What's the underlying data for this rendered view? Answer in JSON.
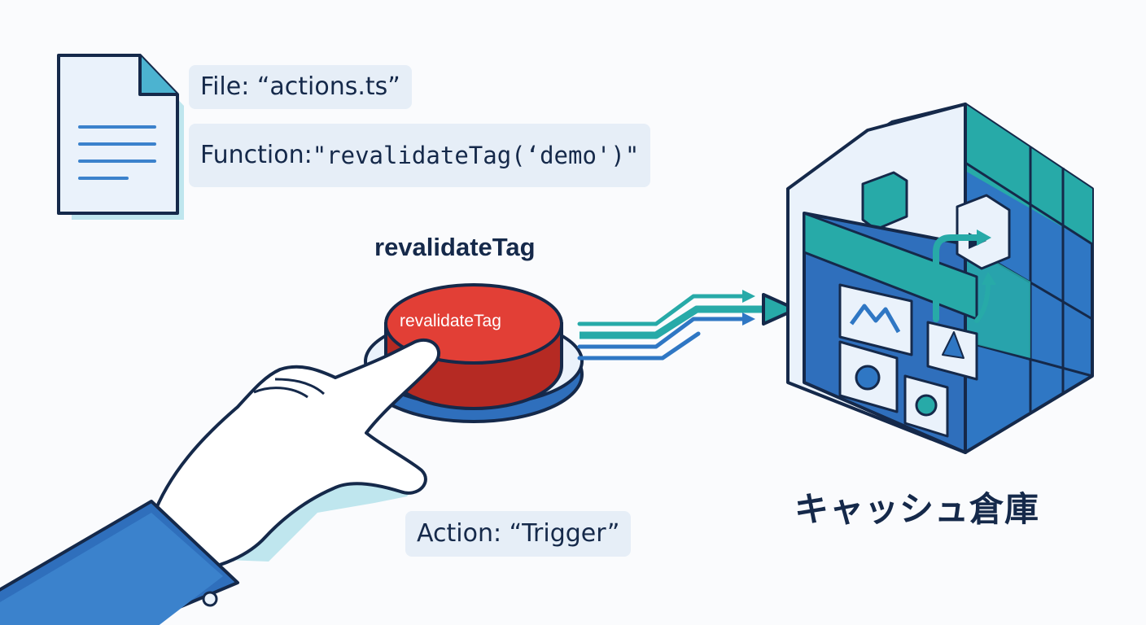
{
  "labels": {
    "file": "File: “actions.ts”",
    "function_prefix": "Function: ",
    "function_value": "\"revalidateTag(‘demo')\"",
    "action": "Action: “Trigger”"
  },
  "button": {
    "title": "revalidateTag",
    "face_label": "revalidateTag"
  },
  "warehouse": {
    "label": "キャッシュ倉庫"
  },
  "colors": {
    "navy": "#15294a",
    "button_red": "#e23f36",
    "teal": "#27aaa8",
    "blue": "#2f77c4",
    "label_bg": "#e6eef7"
  },
  "icons": {
    "document": "document-icon",
    "hand": "pointing-hand-icon",
    "warehouse": "cache-warehouse-icon"
  }
}
